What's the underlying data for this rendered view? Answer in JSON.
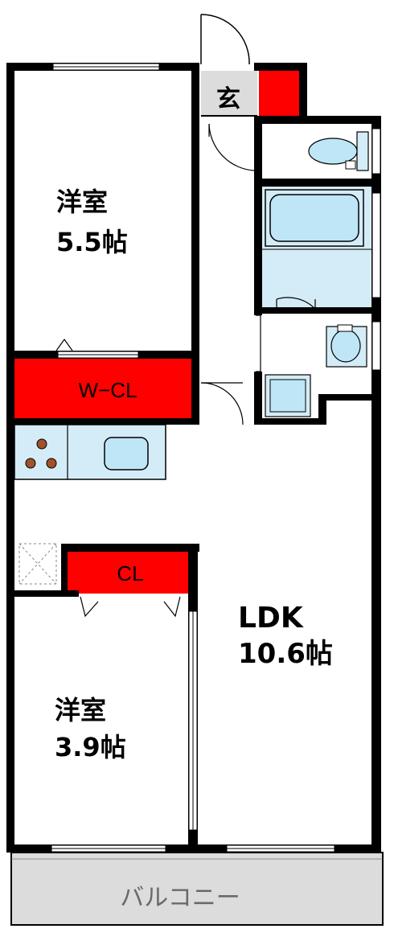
{
  "rooms": {
    "western_room_1": {
      "name": "洋室",
      "size": "5.5帖"
    },
    "walk_in_closet": {
      "name": "W−CL"
    },
    "closet": {
      "name": "CL"
    },
    "western_room_2": {
      "name": "洋室",
      "size": "3.9帖"
    },
    "ldk": {
      "name": "LDK",
      "size": "10.6帖"
    },
    "entrance": {
      "name": "玄"
    },
    "balcony": {
      "name": "バルコニー"
    }
  },
  "colors": {
    "wall": "#000000",
    "storage": "#ff0000",
    "fixture": "#d4ecf7",
    "balcony": "#dcdcdc",
    "shoe_box": "#ff0000",
    "burner": "#a0522d"
  },
  "icons": {
    "toilet": "toilet-icon",
    "bathtub": "bathtub-icon",
    "washbasin": "washbasin-icon",
    "washing_machine": "washing-machine-pan-icon",
    "stove": "stove-icon",
    "sink": "sink-icon",
    "fridge": "refrigerator-space-icon"
  }
}
